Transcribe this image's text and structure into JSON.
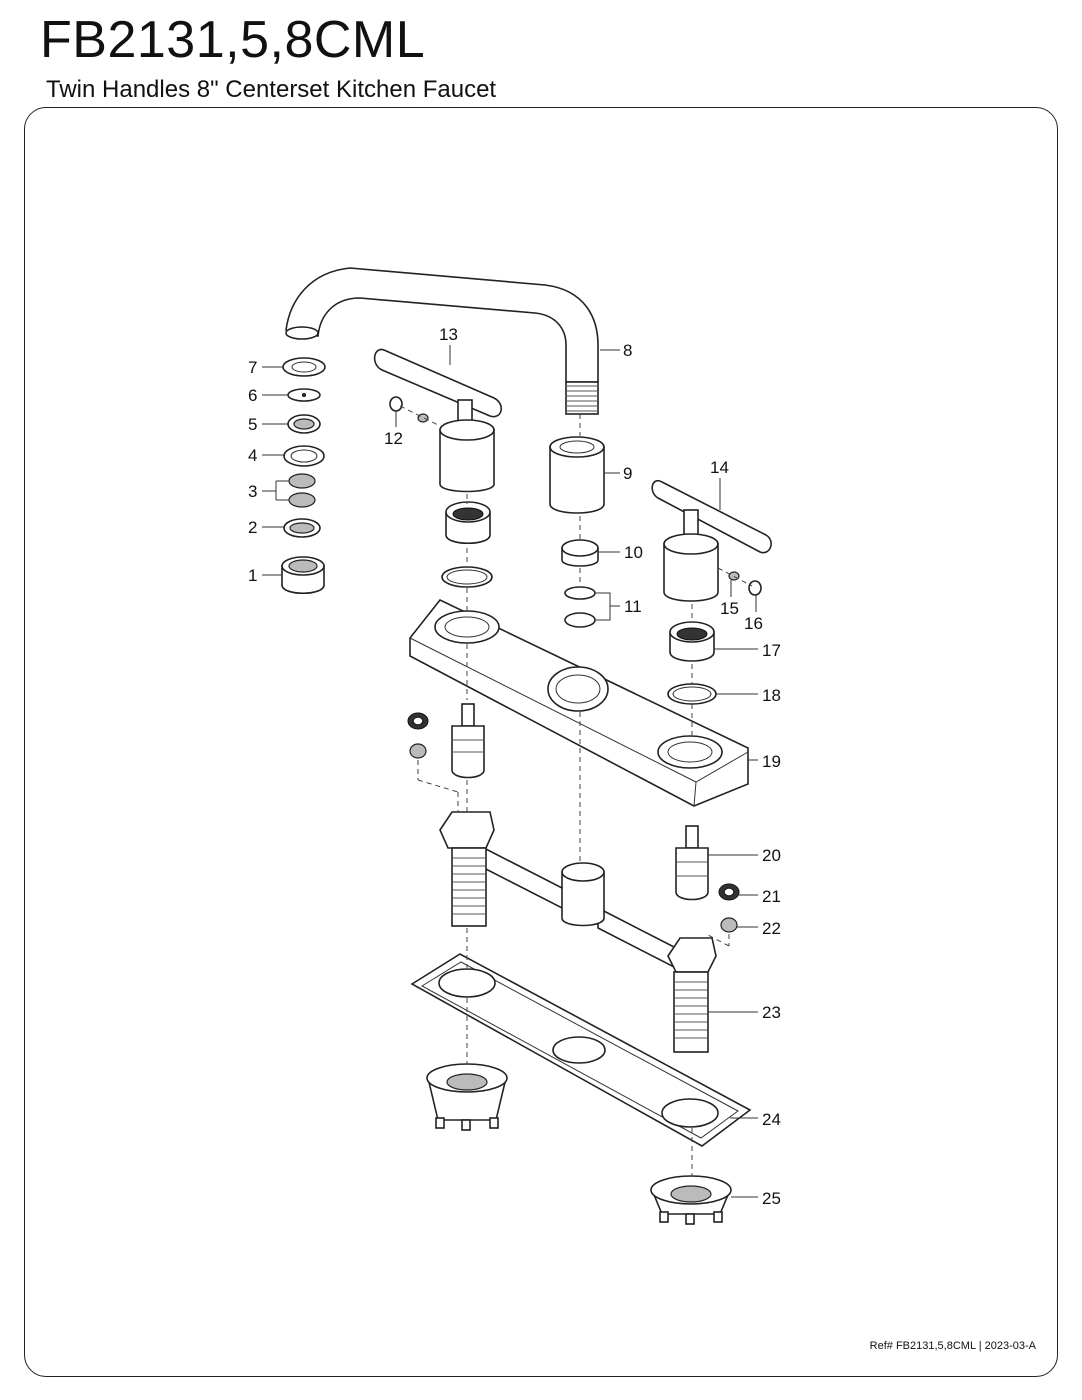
{
  "header": {
    "model": "FB2131,5,8CML",
    "subtitle": "Twin Handles 8\" Centerset Kitchen Faucet"
  },
  "footer": {
    "ref": "Ref# FB2131,5,8CML | 2023-03-A"
  },
  "callouts": [
    "1",
    "2",
    "3",
    "4",
    "5",
    "6",
    "7",
    "8",
    "9",
    "10",
    "11",
    "12",
    "13",
    "14",
    "15",
    "16",
    "17",
    "18",
    "19",
    "20",
    "21",
    "22",
    "23",
    "24",
    "25"
  ]
}
